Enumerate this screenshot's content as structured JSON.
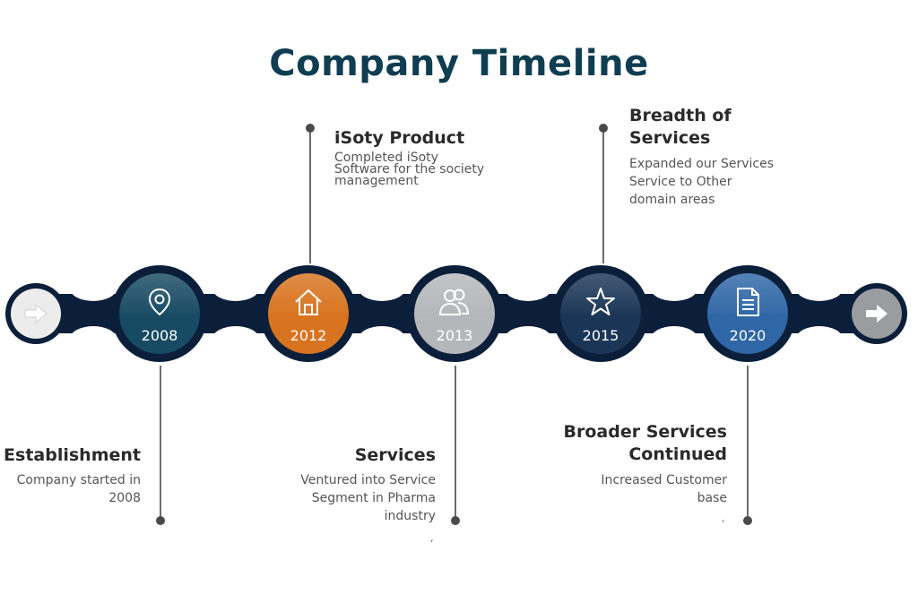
{
  "title": "Company Timeline",
  "colors": {
    "title": "#0f3d52",
    "band": "#0c1f3a",
    "node_2008": "#174a63",
    "node_2012": "#d8731f",
    "node_2013": "#b4b7b9",
    "node_2015": "#1b3557",
    "node_2020": "#2f67a6",
    "start_arrow": "#ececec",
    "end_arrow": "#9a9d9f"
  },
  "milestones": [
    {
      "year": "2008",
      "icon": "location-pin-icon",
      "title": "Establishment",
      "description": [
        "Company started in",
        "2008"
      ]
    },
    {
      "year": "2012",
      "icon": "house-icon",
      "title": "iSoty Product",
      "description": [
        "Completed iSoty",
        "Software for the society",
        "management"
      ]
    },
    {
      "year": "2013",
      "icon": "users-icon",
      "title": "Services",
      "description": [
        "Ventured into Service",
        "Segment in Pharma",
        "industry"
      ]
    },
    {
      "year": "2015",
      "icon": "star-icon",
      "title": [
        "Breadth of",
        "Services"
      ],
      "description": [
        "Expanded our Services",
        "Service to Other",
        "domain areas"
      ]
    },
    {
      "year": "2020",
      "icon": "document-icon",
      "title": [
        "Broader Services",
        "Continued"
      ],
      "description": [
        "Increased Customer",
        "base"
      ]
    }
  ],
  "start_icon": "arrow-right-icon",
  "end_icon": "arrow-right-icon"
}
